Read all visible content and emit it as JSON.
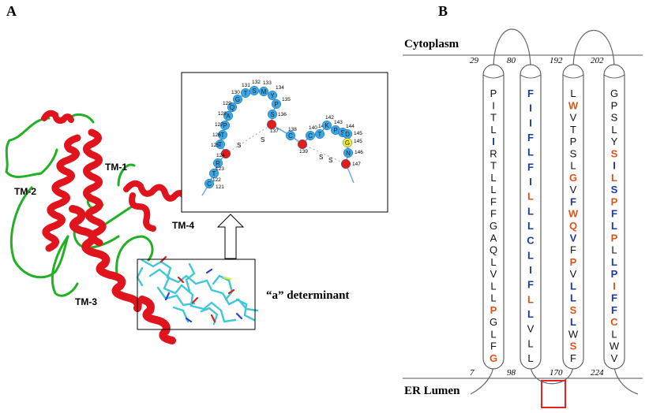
{
  "panel_a": {
    "letter": "A",
    "labels": {
      "tm1": "TM-1",
      "tm2": "TM-2",
      "tm3": "TM-3",
      "tm4": "TM-4"
    },
    "determinant": "“a” determinant",
    "beads": [
      {
        "n": "121",
        "aa": "C",
        "c": "blue"
      },
      {
        "n": "122",
        "aa": "T",
        "c": "blue"
      },
      {
        "n": "123",
        "aa": "R",
        "c": "blue"
      },
      {
        "n": "124",
        "aa": "",
        "c": "red"
      },
      {
        "n": "125",
        "aa": "T",
        "c": "blue"
      },
      {
        "n": "126",
        "aa": "T",
        "c": "blue"
      },
      {
        "n": "127",
        "aa": "P",
        "c": "blue"
      },
      {
        "n": "128",
        "aa": "A",
        "c": "blue"
      },
      {
        "n": "129",
        "aa": "Q",
        "c": "blue"
      },
      {
        "n": "130",
        "aa": "G",
        "c": "blue"
      },
      {
        "n": "131",
        "aa": "T",
        "c": "blue"
      },
      {
        "n": "132",
        "aa": "S",
        "c": "blue"
      },
      {
        "n": "133",
        "aa": "M",
        "c": "blue"
      },
      {
        "n": "134",
        "aa": "Y",
        "c": "blue"
      },
      {
        "n": "135",
        "aa": "P",
        "c": "blue"
      },
      {
        "n": "136",
        "aa": "S",
        "c": "blue"
      },
      {
        "n": "137",
        "aa": "",
        "c": "red"
      },
      {
        "n": "138",
        "aa": "C",
        "c": "blue"
      },
      {
        "n": "139",
        "aa": "",
        "c": "red"
      },
      {
        "n": "140",
        "aa": "C",
        "c": "blue"
      },
      {
        "n": "141",
        "aa": "T",
        "c": "blue"
      },
      {
        "n": "142",
        "aa": "K",
        "c": "blue"
      },
      {
        "n": "143",
        "aa": "P",
        "c": "blue"
      },
      {
        "n": "144",
        "aa": "S",
        "c": "blue"
      },
      {
        "n": "145",
        "aa": "D",
        "c": "blue"
      },
      {
        "n": "145",
        "aa": "G",
        "c": "yellow"
      },
      {
        "n": "146",
        "aa": "N",
        "c": "blue"
      },
      {
        "n": "147",
        "aa": "",
        "c": "red"
      }
    ],
    "bond_label": "S"
  },
  "panel_b": {
    "letter": "B",
    "cytoplasm": "Cytoplasm",
    "er_lumen": "ER Lumen",
    "helices": [
      {
        "top": "29",
        "bottom": "7",
        "residues": [
          {
            "a": "P",
            "c": "k"
          },
          {
            "a": "I",
            "c": "k"
          },
          {
            "a": "T",
            "c": "k"
          },
          {
            "a": "L",
            "c": "k"
          },
          {
            "a": "I",
            "c": "b"
          },
          {
            "a": "R",
            "c": "k"
          },
          {
            "a": "T",
            "c": "k"
          },
          {
            "a": "L",
            "c": "k"
          },
          {
            "a": "L",
            "c": "k"
          },
          {
            "a": "F",
            "c": "k"
          },
          {
            "a": "F",
            "c": "k"
          },
          {
            "a": "G",
            "c": "k"
          },
          {
            "a": "A",
            "c": "k"
          },
          {
            "a": "Q",
            "c": "k"
          },
          {
            "a": "L",
            "c": "k"
          },
          {
            "a": "V",
            "c": "k"
          },
          {
            "a": "L",
            "c": "k"
          },
          {
            "a": "L",
            "c": "k"
          },
          {
            "a": "P",
            "c": "o"
          },
          {
            "a": "G",
            "c": "k"
          },
          {
            "a": "L",
            "c": "k"
          },
          {
            "a": "F",
            "c": "k"
          },
          {
            "a": "G",
            "c": "o"
          }
        ]
      },
      {
        "top": "80",
        "bottom": "98",
        "residues": [
          {
            "a": "F",
            "c": "b"
          },
          {
            "a": "I",
            "c": "b"
          },
          {
            "a": "I",
            "c": "b"
          },
          {
            "a": "F",
            "c": "b"
          },
          {
            "a": "L",
            "c": "b"
          },
          {
            "a": "F",
            "c": "b"
          },
          {
            "a": "I",
            "c": "b"
          },
          {
            "a": "L",
            "c": "o"
          },
          {
            "a": "L",
            "c": "b"
          },
          {
            "a": "L",
            "c": "b"
          },
          {
            "a": "C",
            "c": "b"
          },
          {
            "a": "L",
            "c": "b"
          },
          {
            "a": "I",
            "c": "b"
          },
          {
            "a": "F",
            "c": "b"
          },
          {
            "a": "L",
            "c": "o"
          },
          {
            "a": "L",
            "c": "b"
          },
          {
            "a": "V",
            "c": "k"
          },
          {
            "a": "L",
            "c": "k"
          },
          {
            "a": "L",
            "c": "k"
          }
        ]
      },
      {
        "top": "192",
        "bottom": "170",
        "residues": [
          {
            "a": "L",
            "c": "k"
          },
          {
            "a": "W",
            "c": "o"
          },
          {
            "a": "V",
            "c": "k"
          },
          {
            "a": "T",
            "c": "k"
          },
          {
            "a": "P",
            "c": "k"
          },
          {
            "a": "S",
            "c": "k"
          },
          {
            "a": "L",
            "c": "k"
          },
          {
            "a": "G",
            "c": "o"
          },
          {
            "a": "V",
            "c": "k"
          },
          {
            "a": "F",
            "c": "b"
          },
          {
            "a": "W",
            "c": "o"
          },
          {
            "a": "Q",
            "c": "o"
          },
          {
            "a": "V",
            "c": "b"
          },
          {
            "a": "F",
            "c": "k"
          },
          {
            "a": "P",
            "c": "o"
          },
          {
            "a": "V",
            "c": "k"
          },
          {
            "a": "L",
            "c": "b"
          },
          {
            "a": "L",
            "c": "b"
          },
          {
            "a": "S",
            "c": "o"
          },
          {
            "a": "L",
            "c": "b"
          },
          {
            "a": "W",
            "c": "k"
          },
          {
            "a": "S",
            "c": "o"
          },
          {
            "a": "F",
            "c": "k"
          }
        ]
      },
      {
        "top": "202",
        "bottom": "224",
        "residues": [
          {
            "a": "G",
            "c": "k"
          },
          {
            "a": "P",
            "c": "k"
          },
          {
            "a": "S",
            "c": "k"
          },
          {
            "a": "L",
            "c": "k"
          },
          {
            "a": "Y",
            "c": "k"
          },
          {
            "a": "S",
            "c": "o"
          },
          {
            "a": "I",
            "c": "b"
          },
          {
            "a": "L",
            "c": "o"
          },
          {
            "a": "S",
            "c": "b"
          },
          {
            "a": "P",
            "c": "o"
          },
          {
            "a": "F",
            "c": "b"
          },
          {
            "a": "L",
            "c": "b"
          },
          {
            "a": "P",
            "c": "o"
          },
          {
            "a": "L",
            "c": "k"
          },
          {
            "a": "L",
            "c": "b"
          },
          {
            "a": "P",
            "c": "b"
          },
          {
            "a": "I",
            "c": "o"
          },
          {
            "a": "F",
            "c": "b"
          },
          {
            "a": "F",
            "c": "b"
          },
          {
            "a": "C",
            "c": "o"
          },
          {
            "a": "L",
            "c": "k"
          },
          {
            "a": "W",
            "c": "k"
          },
          {
            "a": "V",
            "c": "k"
          }
        ]
      }
    ]
  },
  "colors": {
    "helix_red": "#e0141c",
    "loop_green": "#22b024",
    "stick_cyan": "#3ec8d8",
    "bead_blue": "#3aa6e6",
    "bead_red": "#e01c1c",
    "bead_yellow": "#f2ee2a",
    "res_black": "#111111",
    "res_blue": "#1a3aa8",
    "res_orange": "#d9541a",
    "box_red": "#e52222"
  }
}
